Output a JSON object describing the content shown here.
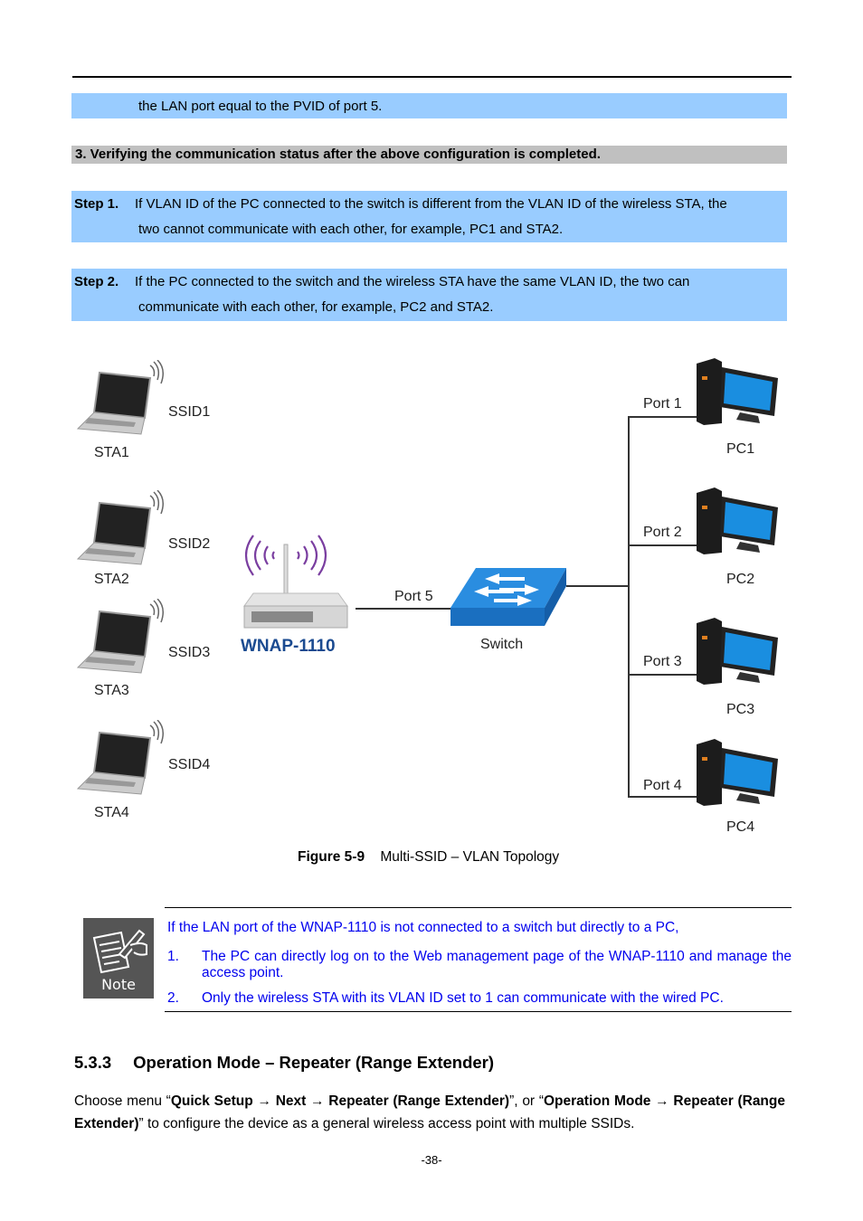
{
  "top_row": {
    "text": "the LAN port equal to the PVID of port 5."
  },
  "section_row": {
    "text": "3. Verifying the communication status after the above configuration is completed."
  },
  "steps": [
    {
      "label": "Step 1.",
      "line1": "If VLAN ID of the PC connected to the switch is different from the VLAN ID of the wireless STA, the",
      "line2": "two cannot communicate with each other, for example, PC1 and STA2."
    },
    {
      "label": "Step 2.",
      "line1": "If the PC connected to the switch and the wireless STA have the same VLAN ID, the two can",
      "line2": "communicate with each other, for example, PC2 and STA2."
    }
  ],
  "diagram": {
    "stations": [
      {
        "sta": "STA1",
        "ssid": "SSID1"
      },
      {
        "sta": "STA2",
        "ssid": "SSID2"
      },
      {
        "sta": "STA3",
        "ssid": "SSID3"
      },
      {
        "sta": "STA4",
        "ssid": "SSID4"
      }
    ],
    "ap_label": "WNAP-1110",
    "ap_port": "Port 5",
    "switch_label": "Switch",
    "pcs": [
      {
        "port": "Port 1",
        "pc": "PC1"
      },
      {
        "port": "Port 2",
        "pc": "PC2"
      },
      {
        "port": "Port 3",
        "pc": "PC3"
      },
      {
        "port": "Port 4",
        "pc": "PC4"
      }
    ],
    "colors": {
      "wave": "#7a3ea0",
      "switch": "#1f7fd0",
      "ap_label": "#1a4a90"
    }
  },
  "figure": {
    "number": "Figure 5-9",
    "caption": "Multi-SSID – VLAN Topology"
  },
  "note": {
    "icon_label": "Note",
    "intro": "If the LAN port of the WNAP-1110 is not connected to a switch but directly to a PC,",
    "items": [
      {
        "num": "1.",
        "text": "The PC can directly log on to the Web management page of the WNAP-1110 and manage the access point."
      },
      {
        "num": "2.",
        "text": "Only the wireless STA with its VLAN ID set to 1 can communicate with the wired PC."
      }
    ]
  },
  "heading": {
    "num": "5.3.3",
    "title": "Operation Mode – Repeater (Range Extender)"
  },
  "body": {
    "p1": "Choose menu “",
    "b1": "Quick Setup → Next → Repeater (Range Extender)",
    "p2": "”, or “",
    "b2": "Operation Mode → Repeater (Range Extender)",
    "p3": "” to configure the device as a general wireless access point with multiple SSIDs."
  },
  "footer": {
    "page": "-38-"
  }
}
